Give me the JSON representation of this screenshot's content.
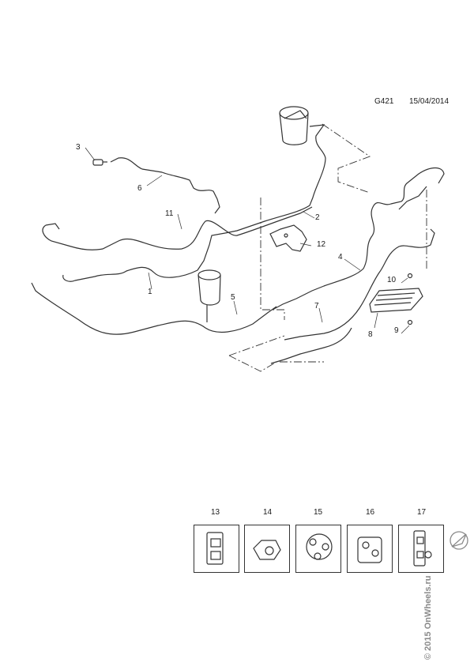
{
  "header": {
    "drawing_code": "G421",
    "date": "15/04/2014"
  },
  "callouts": [
    "1",
    "2",
    "3",
    "4",
    "5",
    "6",
    "7",
    "8",
    "9",
    "10",
    "11",
    "12"
  ],
  "inset_items": [
    "13",
    "14",
    "15",
    "16",
    "17"
  ],
  "copyright": "© 2015 OnWheels.ru",
  "colors": {
    "line": "#333333",
    "watermark": "#8a8a8a"
  }
}
